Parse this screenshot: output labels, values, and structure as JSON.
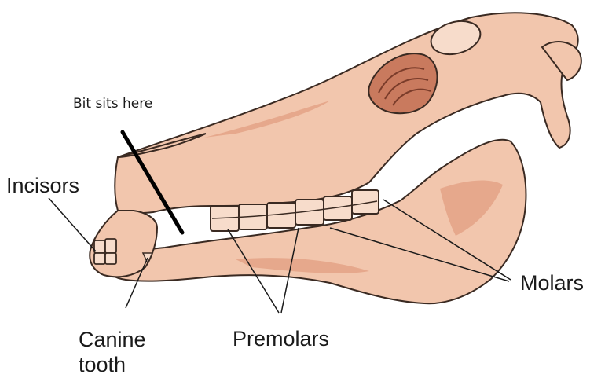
{
  "labels": {
    "bit": "Bit sits here",
    "incisors": "Incisors",
    "canine_line1": "Canine",
    "canine_line2": "tooth",
    "premolars": "Premolars",
    "molars": "Molars"
  },
  "colors": {
    "bone_fill": "#f2c6ad",
    "bone_shade": "#e6a88c",
    "outline": "#3a2a22",
    "eye_fill": "#c97a5e",
    "tooth_fill": "#f7dccb",
    "bit_line": "#000000",
    "leader_line": "#1a1a1a"
  }
}
